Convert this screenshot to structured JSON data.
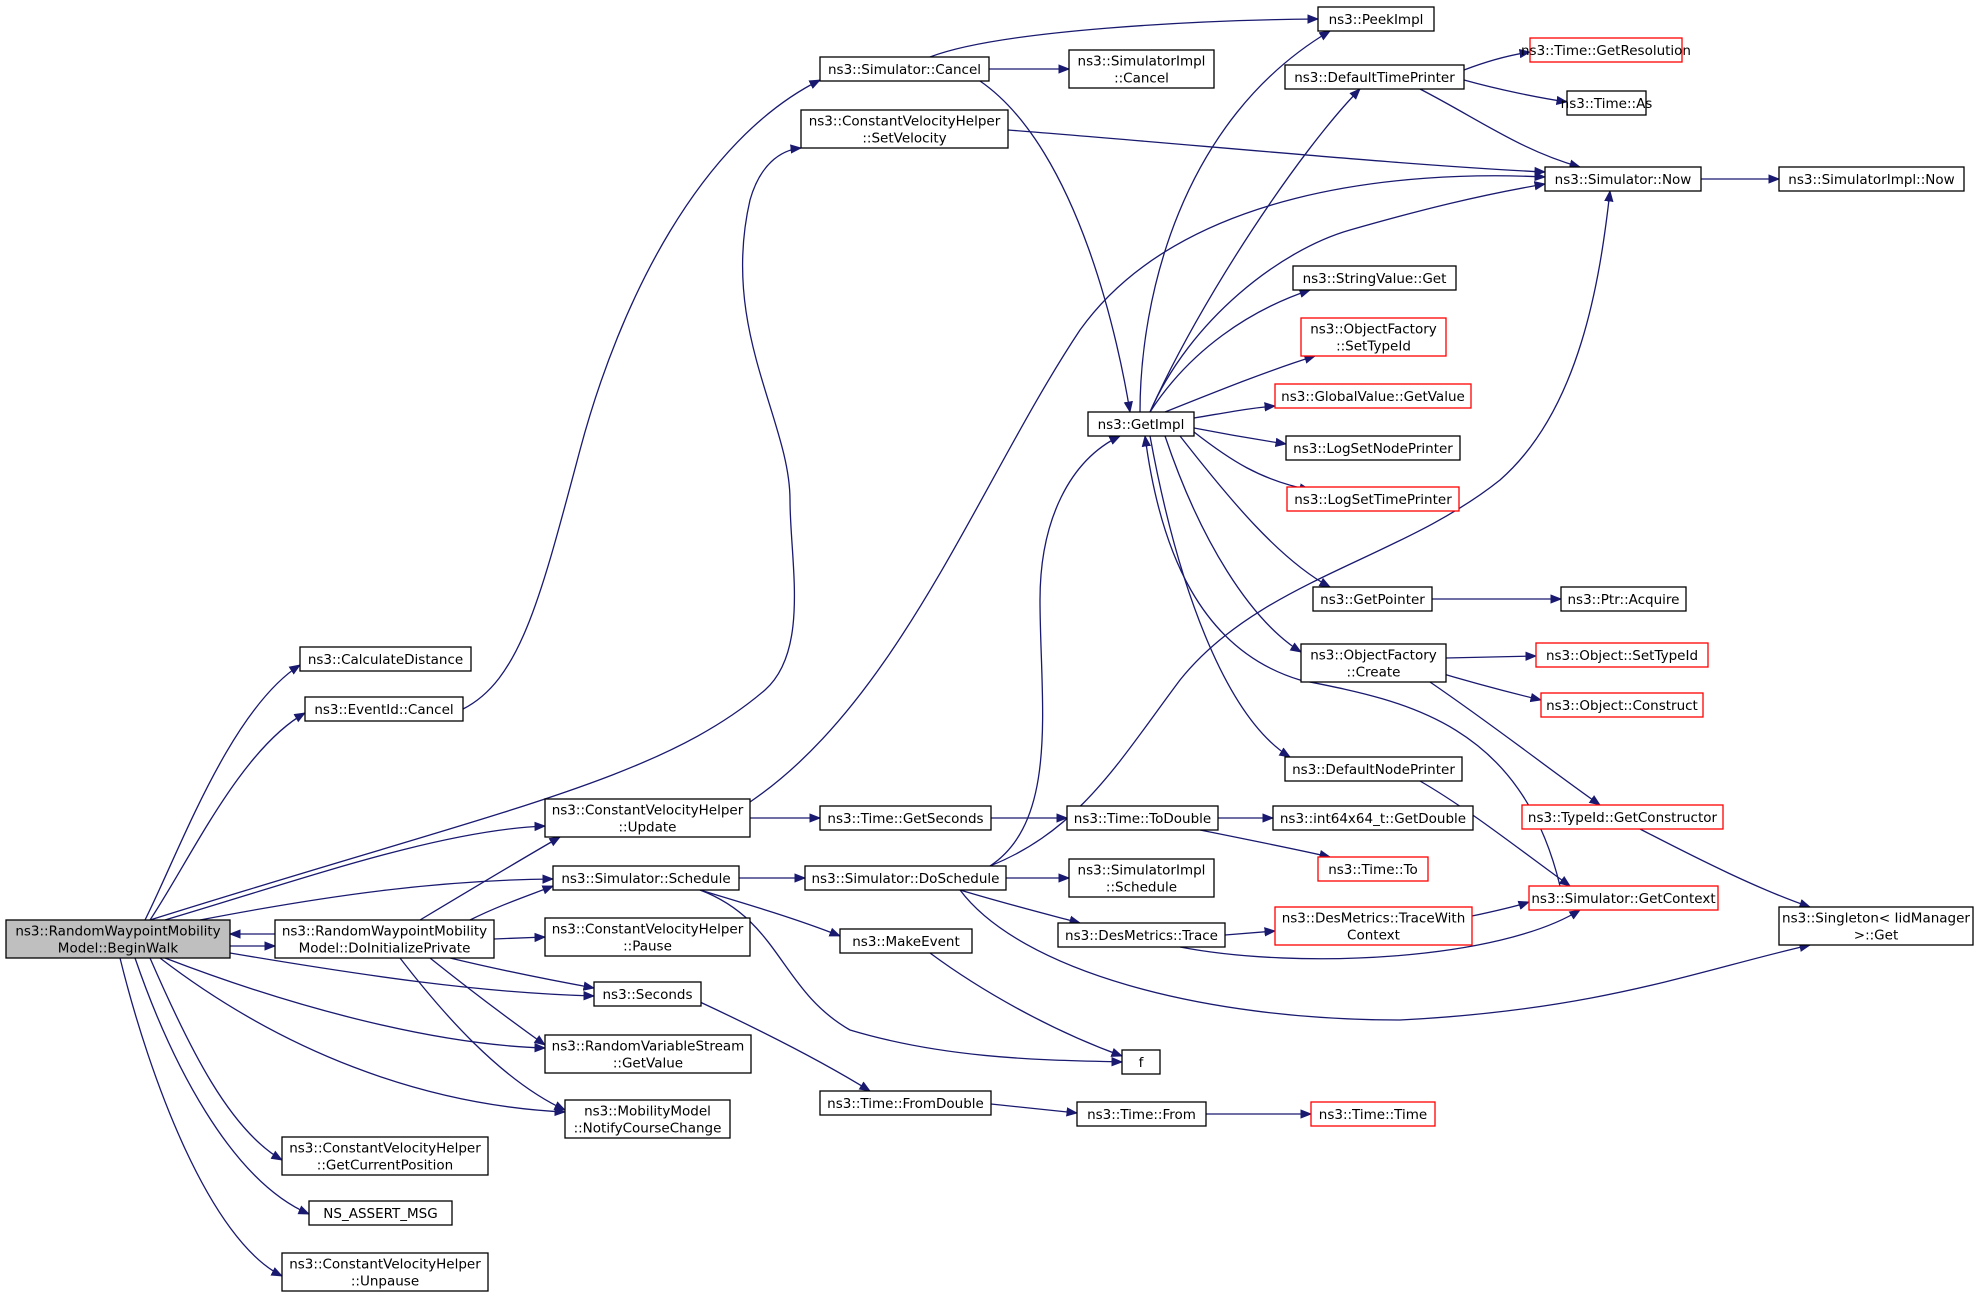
{
  "colors": {
    "edge": "#191970",
    "node_border": "#000000",
    "node_border_external": "#ff0000",
    "root_fill": "#bfbfbf",
    "node_fill": "#ffffff"
  },
  "nodes": [
    {
      "id": "root",
      "lines": [
        "ns3::RandomWaypointMobility",
        "Model::BeginWalk"
      ],
      "kind": "root"
    },
    {
      "id": "calcdist",
      "lines": [
        "ns3::CalculateDistance"
      ],
      "kind": "normal"
    },
    {
      "id": "eventcancel",
      "lines": [
        "ns3::EventId::Cancel"
      ],
      "kind": "normal"
    },
    {
      "id": "cvhupdate",
      "lines": [
        "ns3::ConstantVelocityHelper",
        "::Update"
      ],
      "kind": "normal"
    },
    {
      "id": "simschedule",
      "lines": [
        "ns3::Simulator::Schedule"
      ],
      "kind": "normal"
    },
    {
      "id": "doinit",
      "lines": [
        "ns3::RandomWaypointMobility",
        "Model::DoInitializePrivate"
      ],
      "kind": "normal"
    },
    {
      "id": "cvhpause",
      "lines": [
        "ns3::ConstantVelocityHelper",
        "::Pause"
      ],
      "kind": "normal"
    },
    {
      "id": "seconds",
      "lines": [
        "ns3::Seconds"
      ],
      "kind": "normal"
    },
    {
      "id": "rvsget",
      "lines": [
        "ns3::RandomVariableStream",
        "::GetValue"
      ],
      "kind": "normal"
    },
    {
      "id": "notify",
      "lines": [
        "ns3::MobilityModel",
        "::NotifyCourseChange"
      ],
      "kind": "normal"
    },
    {
      "id": "getcurpos",
      "lines": [
        "ns3::ConstantVelocityHelper",
        "::GetCurrentPosition"
      ],
      "kind": "normal"
    },
    {
      "id": "nsassert",
      "lines": [
        "NS_ASSERT_MSG"
      ],
      "kind": "normal"
    },
    {
      "id": "unpause",
      "lines": [
        "ns3::ConstantVelocityHelper",
        "::Unpause"
      ],
      "kind": "normal"
    },
    {
      "id": "simcancel",
      "lines": [
        "ns3::Simulator::Cancel"
      ],
      "kind": "normal"
    },
    {
      "id": "setvel",
      "lines": [
        "ns3::ConstantVelocityHelper",
        "::SetVelocity"
      ],
      "kind": "normal"
    },
    {
      "id": "getseconds",
      "lines": [
        "ns3::Time::GetSeconds"
      ],
      "kind": "normal"
    },
    {
      "id": "doschedule",
      "lines": [
        "ns3::Simulator::DoSchedule"
      ],
      "kind": "normal"
    },
    {
      "id": "makeevent",
      "lines": [
        "ns3::MakeEvent"
      ],
      "kind": "normal"
    },
    {
      "id": "fromdouble",
      "lines": [
        "ns3::Time::FromDouble"
      ],
      "kind": "normal"
    },
    {
      "id": "simimplcancel",
      "lines": [
        "ns3::SimulatorImpl",
        "::Cancel"
      ],
      "kind": "normal"
    },
    {
      "id": "getimpl",
      "lines": [
        "ns3::GetImpl"
      ],
      "kind": "normal"
    },
    {
      "id": "todouble",
      "lines": [
        "ns3::Time::ToDouble"
      ],
      "kind": "normal"
    },
    {
      "id": "simimplsched",
      "lines": [
        "ns3::SimulatorImpl",
        "::Schedule"
      ],
      "kind": "normal"
    },
    {
      "id": "desmtrace",
      "lines": [
        "ns3::DesMetrics::Trace"
      ],
      "kind": "normal"
    },
    {
      "id": "f",
      "lines": [
        "f"
      ],
      "kind": "normal"
    },
    {
      "id": "timefrom",
      "lines": [
        "ns3::Time::From"
      ],
      "kind": "normal"
    },
    {
      "id": "peekimpl",
      "lines": [
        "ns3::PeekImpl"
      ],
      "kind": "normal"
    },
    {
      "id": "deftimeprinter",
      "lines": [
        "ns3::DefaultTimePrinter"
      ],
      "kind": "normal"
    },
    {
      "id": "strget",
      "lines": [
        "ns3::StringValue::Get"
      ],
      "kind": "normal"
    },
    {
      "id": "ofsettype",
      "lines": [
        "ns3::ObjectFactory",
        "::SetTypeId"
      ],
      "kind": "external"
    },
    {
      "id": "gvget",
      "lines": [
        "ns3::GlobalValue::GetValue"
      ],
      "kind": "external"
    },
    {
      "id": "logsetnode",
      "lines": [
        "ns3::LogSetNodePrinter"
      ],
      "kind": "normal"
    },
    {
      "id": "logsettime",
      "lines": [
        "ns3::LogSetTimePrinter"
      ],
      "kind": "external"
    },
    {
      "id": "getpointer",
      "lines": [
        "ns3::GetPointer"
      ],
      "kind": "normal"
    },
    {
      "id": "ofcreate",
      "lines": [
        "ns3::ObjectFactory",
        "::Create"
      ],
      "kind": "normal"
    },
    {
      "id": "defnodeprinter",
      "lines": [
        "ns3::DefaultNodePrinter"
      ],
      "kind": "normal"
    },
    {
      "id": "i64getdouble",
      "lines": [
        "ns3::int64x64_t::GetDouble"
      ],
      "kind": "normal"
    },
    {
      "id": "timeto",
      "lines": [
        "ns3::Time::To"
      ],
      "kind": "external"
    },
    {
      "id": "tracewith",
      "lines": [
        "ns3::DesMetrics::TraceWith",
        "Context"
      ],
      "kind": "external"
    },
    {
      "id": "timetime",
      "lines": [
        "ns3::Time::Time"
      ],
      "kind": "external"
    },
    {
      "id": "getres",
      "lines": [
        "ns3::Time::GetResolution"
      ],
      "kind": "external"
    },
    {
      "id": "timeas",
      "lines": [
        "ns3::Time::As"
      ],
      "kind": "normal"
    },
    {
      "id": "simnow",
      "lines": [
        "ns3::Simulator::Now"
      ],
      "kind": "normal"
    },
    {
      "id": "ptracquire",
      "lines": [
        "ns3::Ptr::Acquire"
      ],
      "kind": "normal"
    },
    {
      "id": "objsettype",
      "lines": [
        "ns3::Object::SetTypeId"
      ],
      "kind": "external"
    },
    {
      "id": "objconstruct",
      "lines": [
        "ns3::Object::Construct"
      ],
      "kind": "external"
    },
    {
      "id": "getconstructor",
      "lines": [
        "ns3::TypeId::GetConstructor"
      ],
      "kind": "external"
    },
    {
      "id": "getcontext",
      "lines": [
        "ns3::Simulator::GetContext"
      ],
      "kind": "external"
    },
    {
      "id": "simimplnow",
      "lines": [
        "ns3::SimulatorImpl::Now"
      ],
      "kind": "normal"
    },
    {
      "id": "singleton",
      "lines": [
        "ns3::Singleton< IidManager",
        " >::Get"
      ],
      "kind": "normal"
    }
  ]
}
